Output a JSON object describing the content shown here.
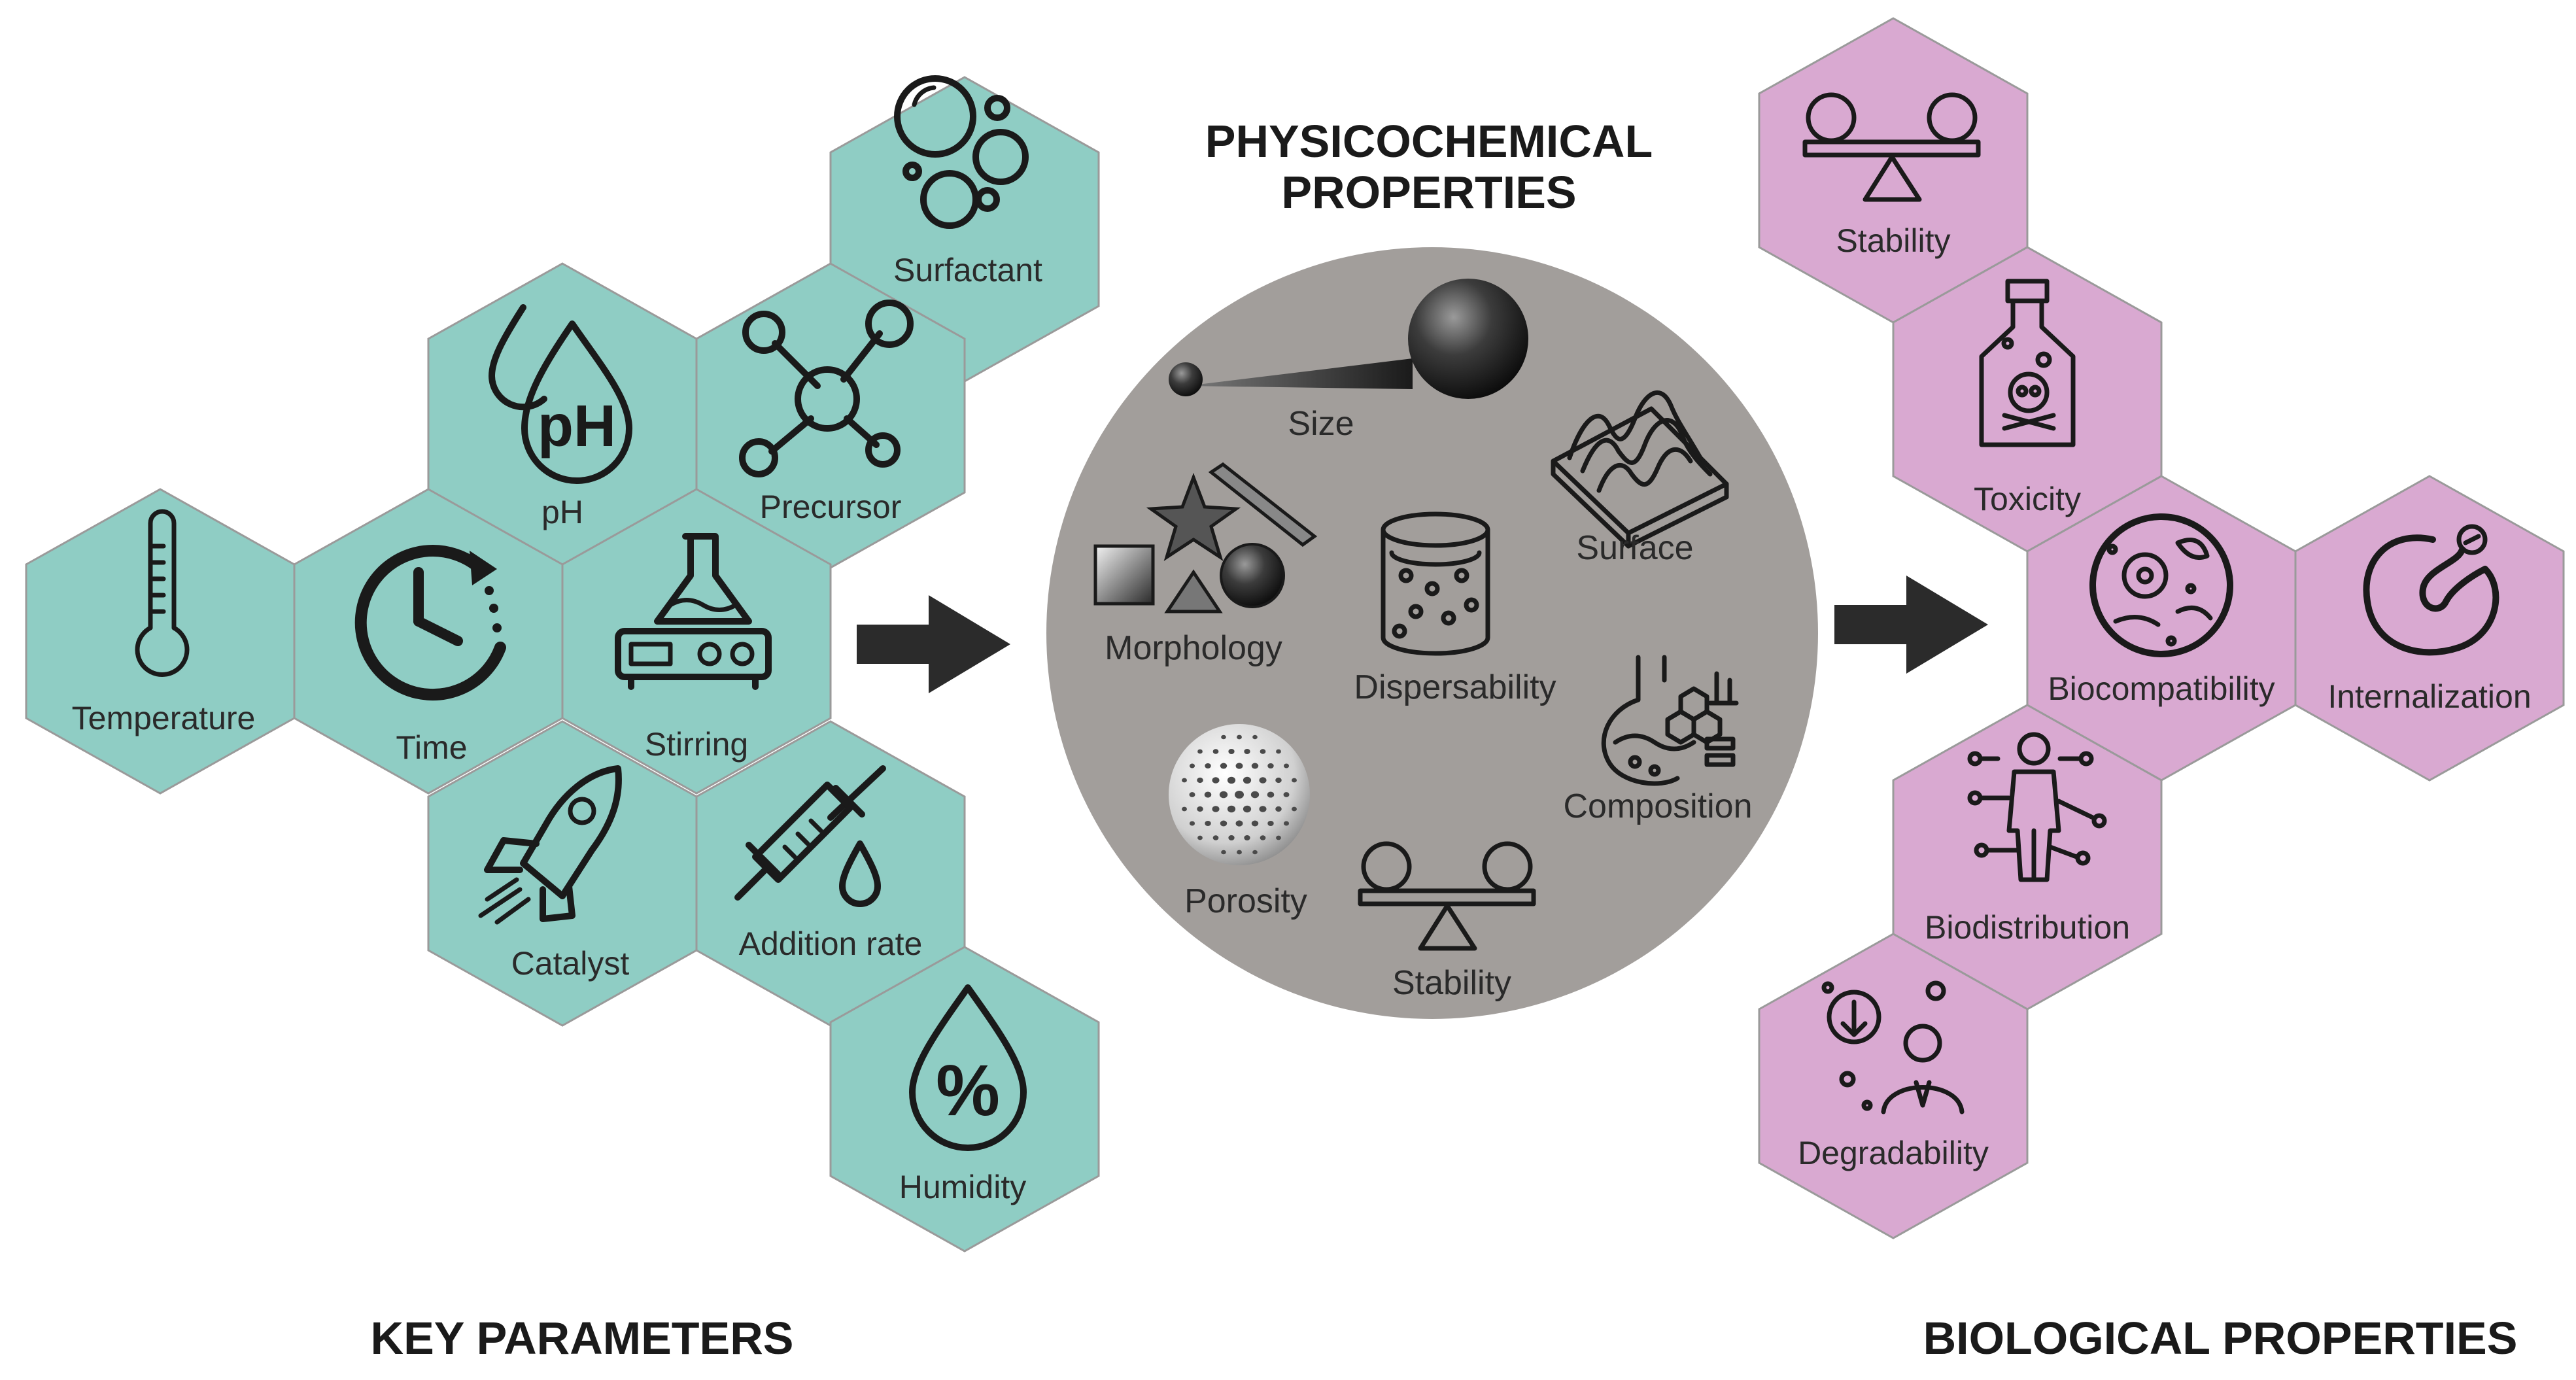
{
  "colors": {
    "key_hex_fill": "#8fcdc4",
    "bio_hex_fill": "#d9a9d1",
    "hex_stroke": "#9a9a9a",
    "circle_fill": "#a29e9b",
    "arrow": "#2b2b2b",
    "icon": "#1a1a1a"
  },
  "titles": {
    "key_parameters": "KEY PARAMETERS",
    "physicochemical_line1": "PHYSICOCHEMICAL",
    "physicochemical_line2": "PROPERTIES",
    "biological_properties": "BIOLOGICAL PROPERTIES"
  },
  "key_parameters": {
    "surfactant": "Surfactant",
    "ph": "pH",
    "ph_glyph": "pH",
    "precursor": "Precursor",
    "temperature": "Temperature",
    "time": "Time",
    "stirring": "Stirring",
    "catalyst": "Catalyst",
    "addition_rate": "Addition rate",
    "humidity": "Humidity",
    "humidity_glyph": "%"
  },
  "physicochemical": {
    "size": "Size",
    "surface": "Surface",
    "morphology": "Morphology",
    "dispersability": "Dispersability",
    "composition": "Composition",
    "porosity": "Porosity",
    "stability": "Stability"
  },
  "biological": {
    "stability": "Stability",
    "toxicity": "Toxicity",
    "biocompatibility": "Biocompatibility",
    "internalization": "Internalization",
    "biodistribution": "Biodistribution",
    "degradability": "Degradability"
  }
}
